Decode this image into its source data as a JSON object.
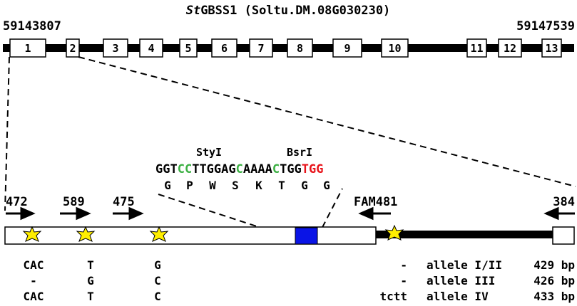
{
  "title": {
    "italic": "St",
    "rest": "GBSS1 (Soltu.DM.08G030230)"
  },
  "coords": {
    "start": "59143807",
    "end": "59147539"
  },
  "exons": [
    "1",
    "2",
    "3",
    "4",
    "5",
    "6",
    "7",
    "8",
    "9",
    "10",
    "11",
    "12",
    "13"
  ],
  "sites": {
    "styi": "StyI",
    "bsri": "BsrI"
  },
  "sequence": [
    {
      "t": "GGT",
      "c": "#000000"
    },
    {
      "t": "CC",
      "c": "#3cb043"
    },
    {
      "t": "TTGGAG",
      "c": "#000000"
    },
    {
      "t": "C",
      "c": "#3cb043"
    },
    {
      "t": "AAAA",
      "c": "#000000"
    },
    {
      "t": "C",
      "c": "#3cb043"
    },
    {
      "t": "TGG",
      "c": "#000000"
    },
    {
      "t": "TGG",
      "c": "#e8141b"
    }
  ],
  "amino_acids": [
    "G",
    "P",
    "W",
    "S",
    "K",
    "T",
    "G",
    "G"
  ],
  "primers": [
    "472",
    "589",
    "475",
    "FAM481",
    "384"
  ],
  "alleles": [
    {
      "c1": "CAC",
      "c2": "T",
      "c3": "G",
      "c4": "-",
      "name": "allele I/II",
      "size": "429 bp"
    },
    {
      "c1": "-",
      "c2": "G",
      "c3": "C",
      "c4": "-",
      "name": "allele III",
      "size": "426 bp"
    },
    {
      "c1": "CAC",
      "c2": "T",
      "c3": "C",
      "c4": "tctt",
      "name": "allele IV",
      "size": "433 bp"
    }
  ],
  "colors": {
    "green": "#3cb043",
    "red": "#e8141b",
    "target_box": "#0a14e6",
    "star": "#ffee00"
  }
}
